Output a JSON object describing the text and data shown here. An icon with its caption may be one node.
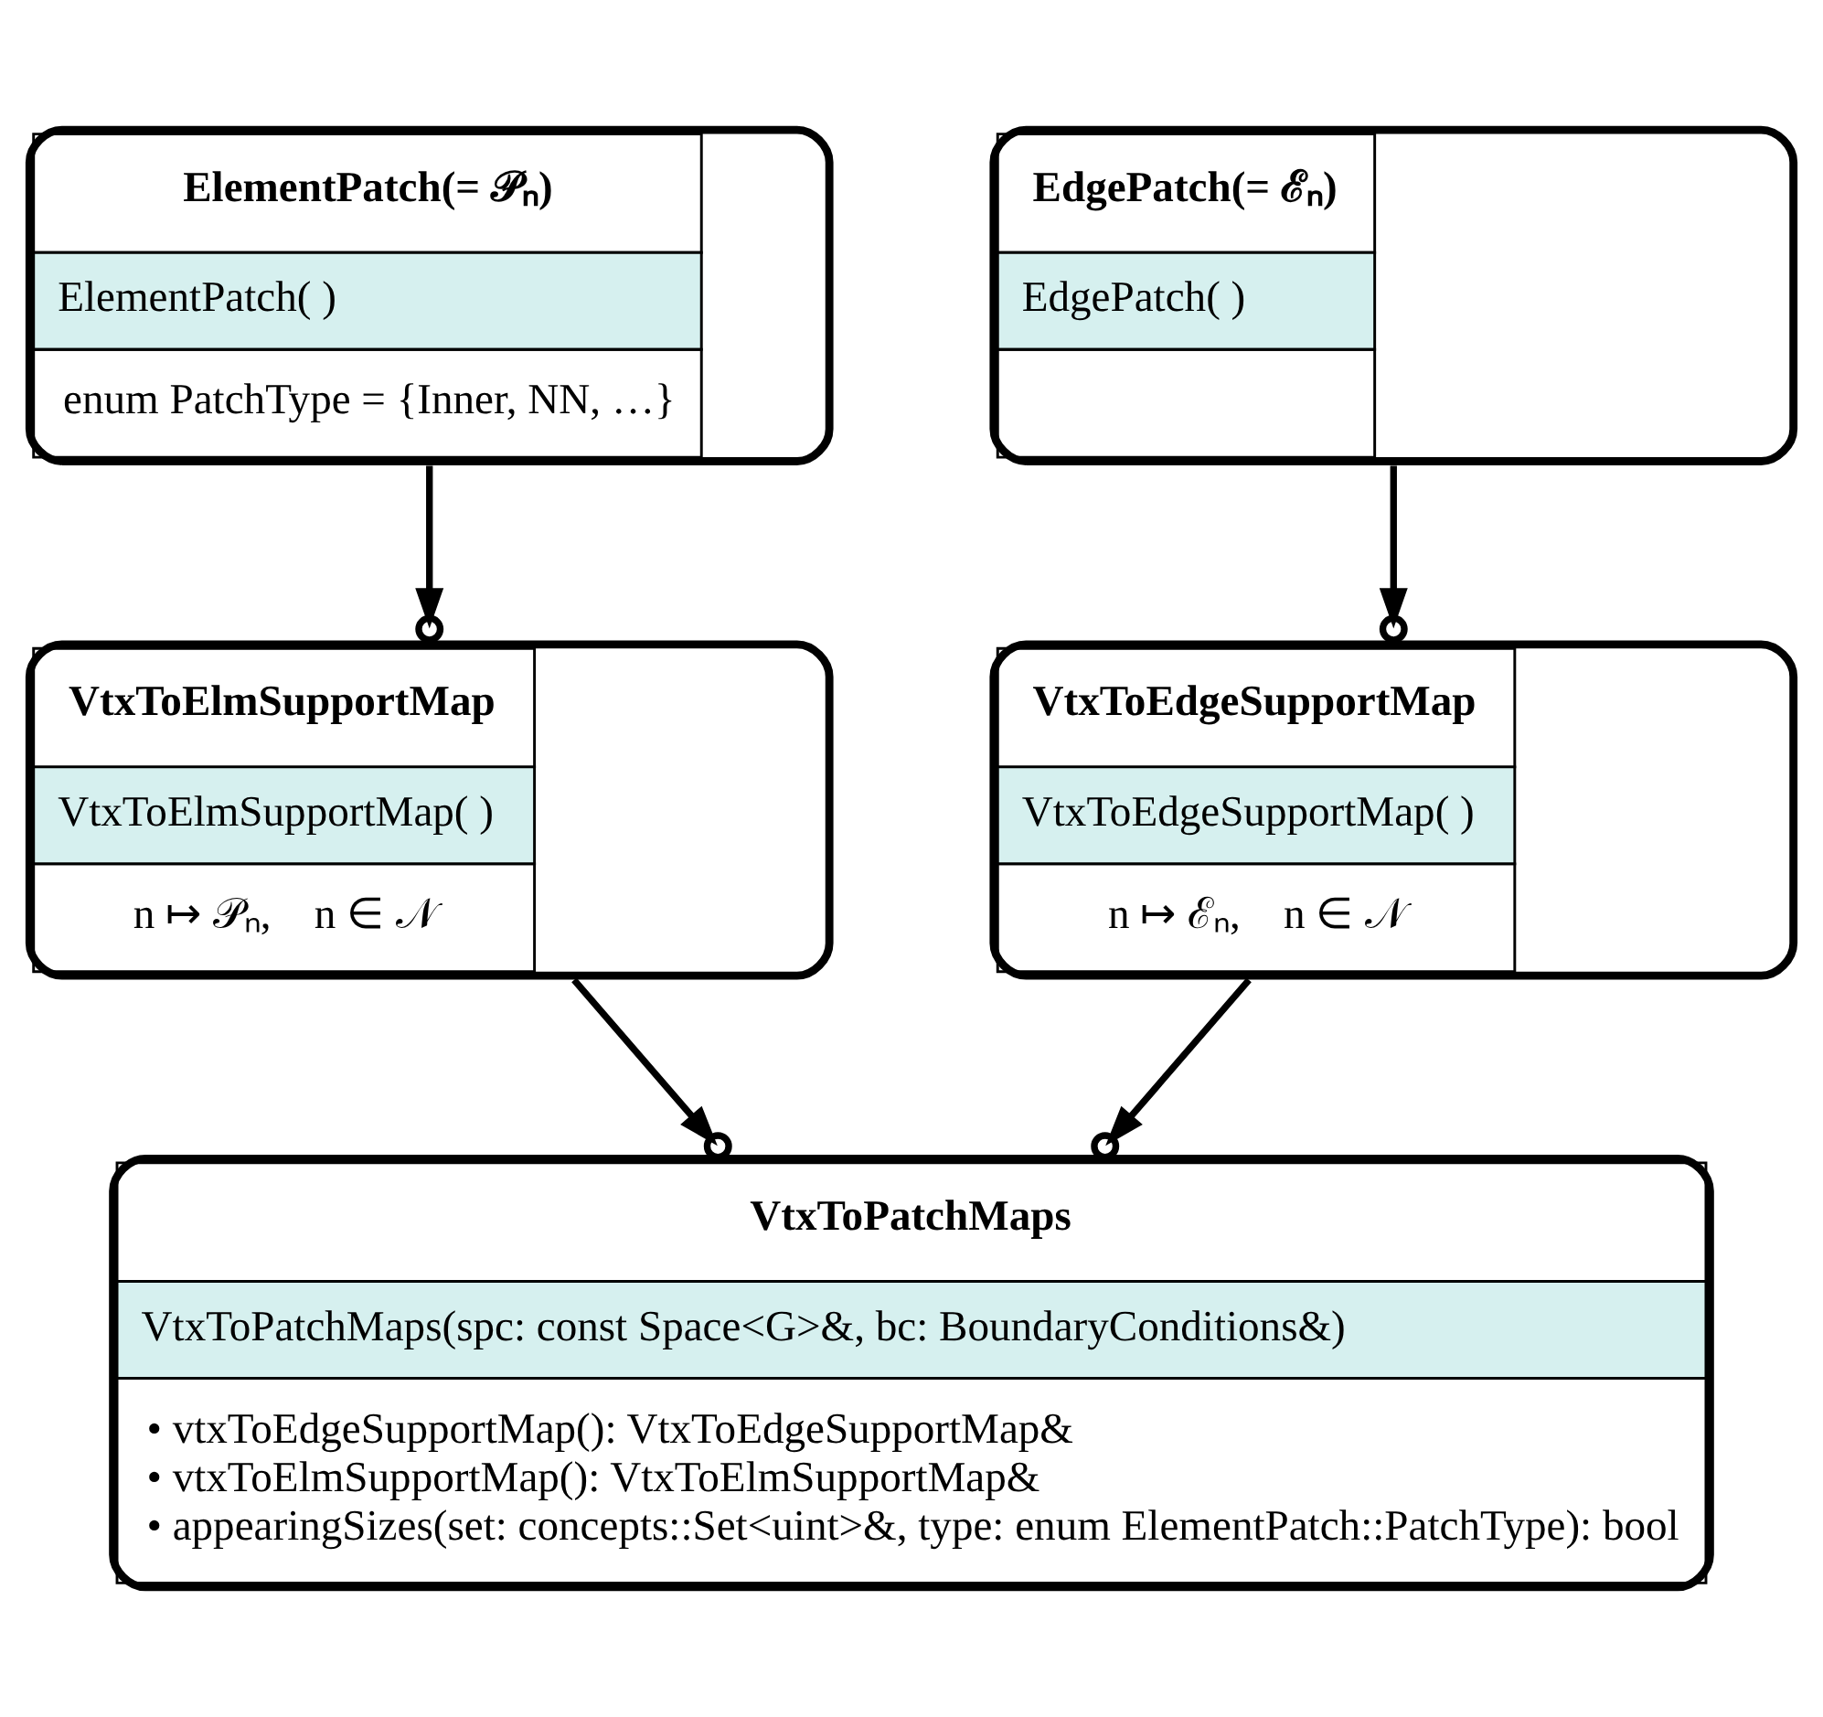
{
  "diagram": {
    "nodes": [
      {
        "text": [
          "ElementPatch(= 𝒫ₙ)",
          "ElementPatch( )",
          "enum PatchType = {Inner, NN, …}"
        ]
      },
      {
        "text": [
          "EdgePatch(= ℰₙ)",
          "EdgePatch( )"
        ]
      },
      {
        "text": [
          "VtxToElmSupportMap",
          "VtxToElmSupportMap( )",
          "n ↦ 𝒫ₙ,    n ∈ 𝒩"
        ]
      },
      {
        "text": [
          "VtxToEdgeSupportMap",
          "VtxToEdgeSupportMap( )",
          "n ↦ ℰₙ,    n ∈ 𝒩"
        ]
      },
      {
        "text": [
          "VtxToPatchMaps",
          "VtxToPatchMaps(spc: const Space<G>&, bc: BoundaryConditions&)",
          "• vtxToEdgeSupportMap(): VtxToEdgeSupportMap&",
          "• vtxToElmSupportMap(): VtxToElmSupportMap&",
          "• appearingSizes(set: concepts::Set<uint>&, type: enum ElementPatch::PatchType): bool"
        ]
      }
    ],
    "edges": [
      {
        "from": 0,
        "to": 2,
        "arrow": "to"
      },
      {
        "from": 1,
        "to": 3,
        "arrow": "to"
      },
      {
        "from": 2,
        "to": 4,
        "arrow": "to"
      },
      {
        "from": 3,
        "to": 4,
        "arrow": "to"
      }
    ]
  }
}
